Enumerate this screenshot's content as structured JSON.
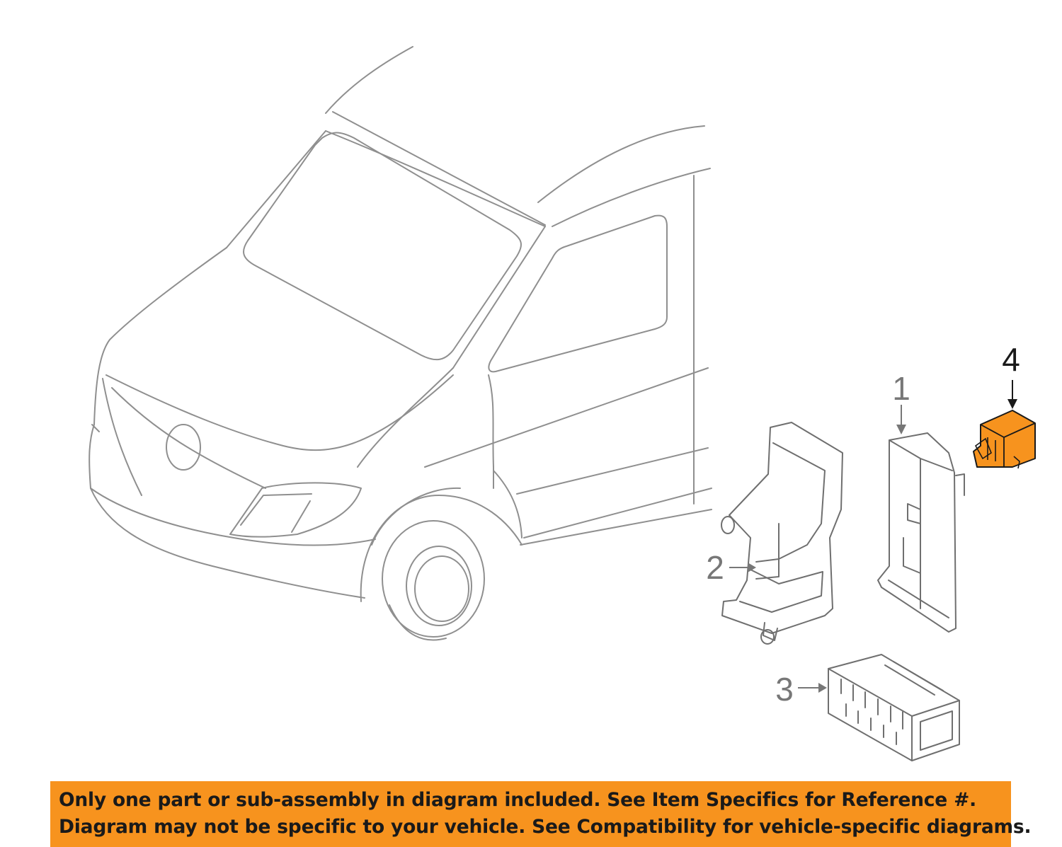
{
  "callouts": {
    "c1": "1",
    "c2": "2",
    "c3": "3",
    "c4": "4"
  },
  "highlight_color": "#f7931e",
  "banner": {
    "line1": "Only one part or sub-assembly in diagram included. See Item Specifics for Reference #.",
    "line2": "Diagram may not be specific to your vehicle. See Compatibility for vehicle-specific diagrams."
  }
}
